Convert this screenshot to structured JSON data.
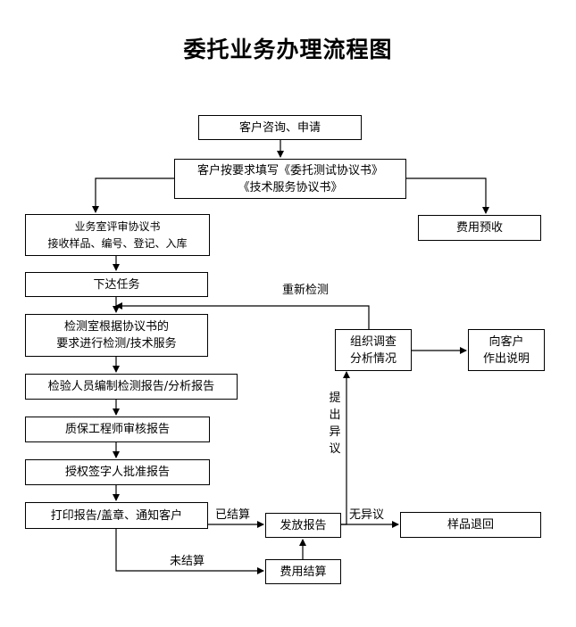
{
  "title": "委托业务办理流程图",
  "nodes": {
    "consult": "客户咨询、申请",
    "fill_line1": "客户按要求填写《委托测试协议书》",
    "fill_line2": "《技术服务协议书》",
    "review_line1": "业务室评审协议书",
    "review_line2": "接收样品、编号、登记、入库",
    "prepay": "费用预收",
    "assign": "下达任务",
    "test_line1": "检测室根据协议书的",
    "test_line2": "要求进行检测/技术服务",
    "compile": "检验人员编制检测报告/分析报告",
    "qa": "质保工程师审核报告",
    "approve": "授权签字人批准报告",
    "print": "打印报告/盖章、通知客户",
    "issue": "发放报告",
    "settle": "费用结算",
    "return": "样品退回",
    "investigate_line1": "组织调查",
    "investigate_line2": "分析情况",
    "explain_line1": "向客户",
    "explain_line2": "作出说明"
  },
  "edge_labels": {
    "retest": "重新检测",
    "objection": [
      "提",
      "出",
      "异",
      "议"
    ],
    "settled": "已结算",
    "unsettled": "未结算",
    "no_objection": "无异议"
  }
}
